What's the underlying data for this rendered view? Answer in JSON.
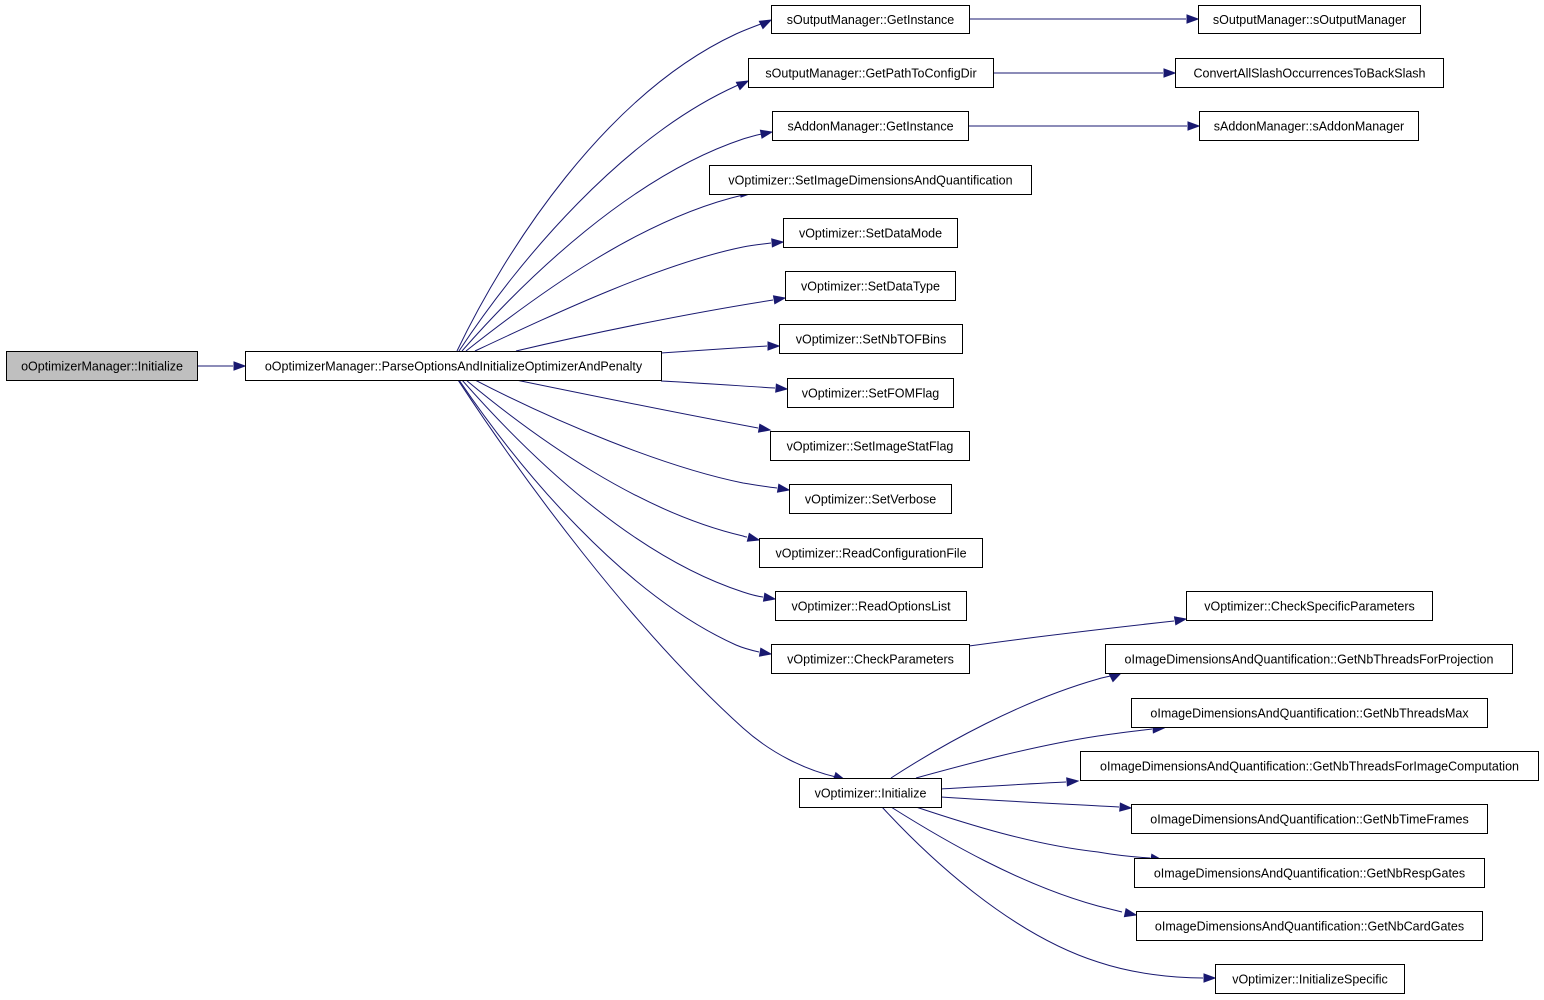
{
  "diagram": {
    "type": "call-graph",
    "colors": {
      "edge": "#191970",
      "root_fill": "#bfbfbf",
      "node_fill": "#ffffff",
      "node_border": "#000000"
    },
    "nodes": [
      {
        "id": "n0",
        "label": "oOptimizerManager::Initialize",
        "root": true
      },
      {
        "id": "n1",
        "label": "oOptimizerManager::ParseOptionsAndInitializeOptimizerAndPenalty"
      },
      {
        "id": "n2",
        "label": "sOutputManager::GetInstance"
      },
      {
        "id": "n3",
        "label": "sOutputManager::GetPathToConfigDir"
      },
      {
        "id": "n4",
        "label": "sAddonManager::GetInstance"
      },
      {
        "id": "n5",
        "label": "vOptimizer::SetImageDimensionsAndQuantification"
      },
      {
        "id": "n6",
        "label": "vOptimizer::SetDataMode"
      },
      {
        "id": "n7",
        "label": "vOptimizer::SetDataType"
      },
      {
        "id": "n8",
        "label": "vOptimizer::SetNbTOFBins"
      },
      {
        "id": "n9",
        "label": "vOptimizer::SetFOMFlag"
      },
      {
        "id": "n10",
        "label": "vOptimizer::SetImageStatFlag"
      },
      {
        "id": "n11",
        "label": "vOptimizer::SetVerbose"
      },
      {
        "id": "n12",
        "label": "vOptimizer::ReadConfigurationFile"
      },
      {
        "id": "n13",
        "label": "vOptimizer::ReadOptionsList"
      },
      {
        "id": "n14",
        "label": "vOptimizer::CheckParameters"
      },
      {
        "id": "n15",
        "label": "vOptimizer::Initialize"
      },
      {
        "id": "n16",
        "label": "sOutputManager::sOutputManager"
      },
      {
        "id": "n17",
        "label": "ConvertAllSlashOccurrencesToBackSlash"
      },
      {
        "id": "n18",
        "label": "sAddonManager::sAddonManager"
      },
      {
        "id": "n19",
        "label": "vOptimizer::CheckSpecificParameters"
      },
      {
        "id": "n20",
        "label": "oImageDimensionsAndQuantification::GetNbThreadsForProjection"
      },
      {
        "id": "n21",
        "label": "oImageDimensionsAndQuantification::GetNbThreadsMax"
      },
      {
        "id": "n22",
        "label": "oImageDimensionsAndQuantification::GetNbThreadsForImageComputation"
      },
      {
        "id": "n23",
        "label": "oImageDimensionsAndQuantification::GetNbTimeFrames"
      },
      {
        "id": "n24",
        "label": "oImageDimensionsAndQuantification::GetNbRespGates"
      },
      {
        "id": "n25",
        "label": "oImageDimensionsAndQuantification::GetNbCardGates"
      },
      {
        "id": "n26",
        "label": "vOptimizer::InitializeSpecific"
      }
    ],
    "edges": [
      {
        "from": "n0",
        "to": "n1"
      },
      {
        "from": "n1",
        "to": "n2"
      },
      {
        "from": "n1",
        "to": "n3"
      },
      {
        "from": "n1",
        "to": "n4"
      },
      {
        "from": "n1",
        "to": "n5"
      },
      {
        "from": "n1",
        "to": "n6"
      },
      {
        "from": "n1",
        "to": "n7"
      },
      {
        "from": "n1",
        "to": "n8"
      },
      {
        "from": "n1",
        "to": "n9"
      },
      {
        "from": "n1",
        "to": "n10"
      },
      {
        "from": "n1",
        "to": "n11"
      },
      {
        "from": "n1",
        "to": "n12"
      },
      {
        "from": "n1",
        "to": "n13"
      },
      {
        "from": "n1",
        "to": "n14"
      },
      {
        "from": "n1",
        "to": "n15"
      },
      {
        "from": "n2",
        "to": "n16"
      },
      {
        "from": "n3",
        "to": "n17"
      },
      {
        "from": "n4",
        "to": "n18"
      },
      {
        "from": "n14",
        "to": "n19"
      },
      {
        "from": "n15",
        "to": "n20"
      },
      {
        "from": "n15",
        "to": "n21"
      },
      {
        "from": "n15",
        "to": "n22"
      },
      {
        "from": "n15",
        "to": "n23"
      },
      {
        "from": "n15",
        "to": "n24"
      },
      {
        "from": "n15",
        "to": "n25"
      },
      {
        "from": "n15",
        "to": "n26"
      }
    ]
  }
}
